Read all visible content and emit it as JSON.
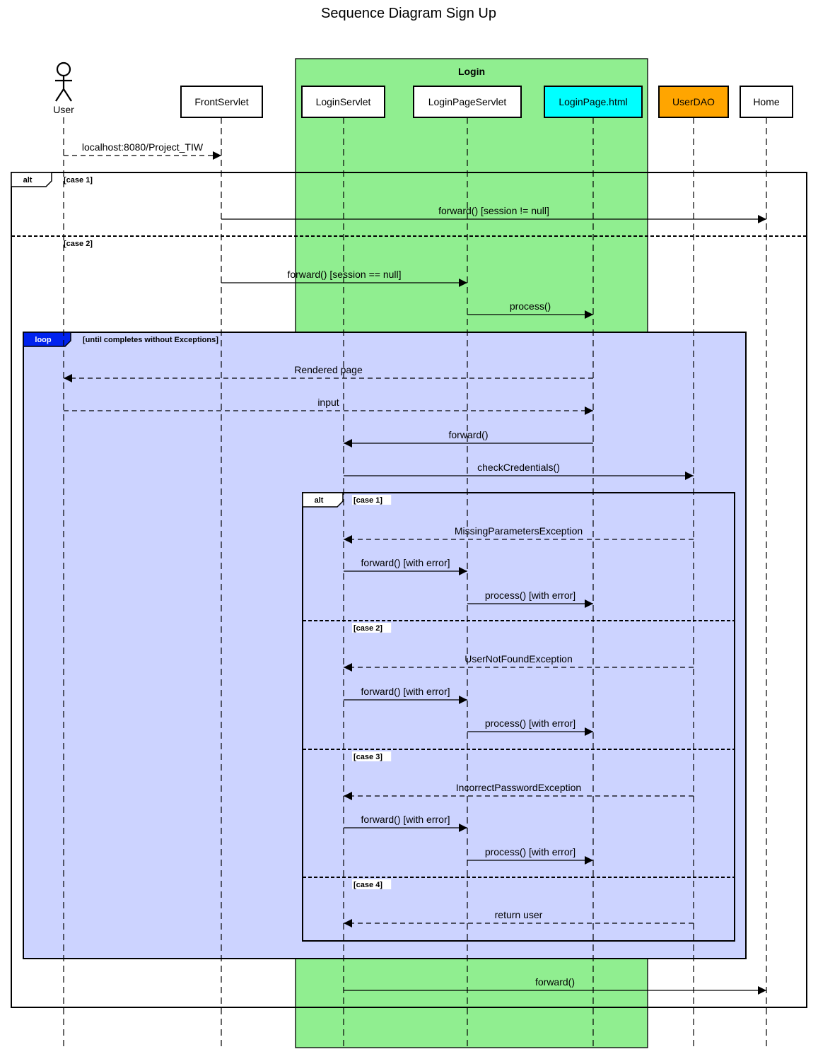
{
  "title": "Sequence Diagram Sign Up",
  "group": {
    "label": "Login",
    "fill": "#90ee90"
  },
  "participants": [
    {
      "id": "user",
      "label": "User",
      "kind": "actor"
    },
    {
      "id": "front",
      "label": "FrontServlet",
      "kind": "box",
      "fill": "#ffffff"
    },
    {
      "id": "loginServlet",
      "label": "LoginServlet",
      "kind": "box",
      "fill": "#ffffff"
    },
    {
      "id": "loginPageServlet",
      "label": "LoginPageServlet",
      "kind": "box",
      "fill": "#ffffff"
    },
    {
      "id": "loginPage",
      "label": "LoginPage.html",
      "kind": "box",
      "fill": "#00ffff"
    },
    {
      "id": "userDao",
      "label": "UserDAO",
      "kind": "box",
      "fill": "#ffa500"
    },
    {
      "id": "home",
      "label": "Home",
      "kind": "box",
      "fill": "#ffffff"
    }
  ],
  "fragments": [
    {
      "id": "outer-alt",
      "tag": "alt",
      "tag_fill": "#ffffff",
      "tag_color": "#000000",
      "body_fill": "none",
      "conditions": [
        "[case 1]",
        "[case 2]"
      ]
    },
    {
      "id": "loop",
      "tag": "loop",
      "tag_fill": "#0022ee",
      "tag_color": "#ffffff",
      "body_fill": "#ccd3ff",
      "conditions": [
        "[until completes without Exceptions]"
      ]
    },
    {
      "id": "inner-alt",
      "tag": "alt",
      "tag_fill": "#ffffff",
      "tag_color": "#000000",
      "body_fill": "none",
      "conditions": [
        "[case 1]",
        "[case 2]",
        "[case 3]",
        "[case 4]"
      ]
    }
  ],
  "messages": [
    {
      "from": "user",
      "to": "front",
      "label": "localhost:8080/Project_TIW",
      "style": "dashed"
    },
    {
      "from": "front",
      "to": "home",
      "label": "forward() [session != null]",
      "style": "solid"
    },
    {
      "from": "front",
      "to": "loginPageServlet",
      "label": "forward() [session == null]",
      "style": "solid"
    },
    {
      "from": "loginPageServlet",
      "to": "loginPage",
      "label": "process()",
      "style": "solid"
    },
    {
      "from": "loginPage",
      "to": "user",
      "label": "Rendered page",
      "style": "dashed"
    },
    {
      "from": "user",
      "to": "loginPage",
      "label": "input",
      "style": "dashed"
    },
    {
      "from": "loginPage",
      "to": "loginServlet",
      "label": "forward()",
      "style": "solid"
    },
    {
      "from": "loginServlet",
      "to": "userDao",
      "label": "checkCredentials()",
      "style": "solid"
    },
    {
      "from": "userDao",
      "to": "loginServlet",
      "label": "MissingParametersException",
      "style": "dashed"
    },
    {
      "from": "loginServlet",
      "to": "loginPageServlet",
      "label": "forward() [with error]",
      "style": "solid"
    },
    {
      "from": "loginPageServlet",
      "to": "loginPage",
      "label": "process() [with error]",
      "style": "solid"
    },
    {
      "from": "userDao",
      "to": "loginServlet",
      "label": "UserNotFoundException",
      "style": "dashed"
    },
    {
      "from": "loginServlet",
      "to": "loginPageServlet",
      "label": "forward() [with error]",
      "style": "solid"
    },
    {
      "from": "loginPageServlet",
      "to": "loginPage",
      "label": "process() [with error]",
      "style": "solid"
    },
    {
      "from": "userDao",
      "to": "loginServlet",
      "label": "IncorrectPasswordException",
      "style": "dashed"
    },
    {
      "from": "loginServlet",
      "to": "loginPageServlet",
      "label": "forward() [with error]",
      "style": "solid"
    },
    {
      "from": "loginPageServlet",
      "to": "loginPage",
      "label": "process() [with error]",
      "style": "solid"
    },
    {
      "from": "userDao",
      "to": "loginServlet",
      "label": "return user",
      "style": "dashed"
    },
    {
      "from": "loginServlet",
      "to": "home",
      "label": "forward()",
      "style": "solid"
    }
  ]
}
